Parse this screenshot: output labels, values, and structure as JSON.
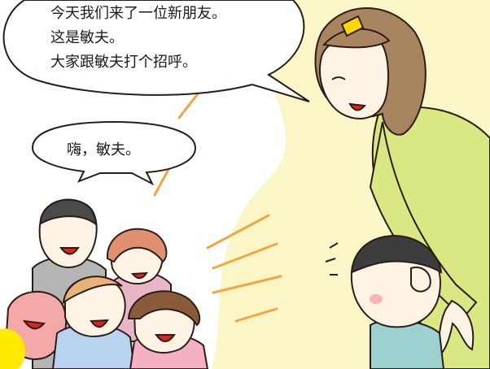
{
  "speech": {
    "teacher_lines": [
      "今天我们来了一位新朋友。",
      "这是敏夫。",
      "大家跟敏夫打个招呼。"
    ],
    "kids_line": "嗨，敏夫。"
  },
  "colors": {
    "background_wash": "#fbf6c8",
    "teacher_hair": "#a98460",
    "teacher_shirt": "#d9e882",
    "kids_red_mouth": "#e0231e",
    "motion_lines": "#f2a640",
    "yellow_corner": "#ffea00"
  }
}
